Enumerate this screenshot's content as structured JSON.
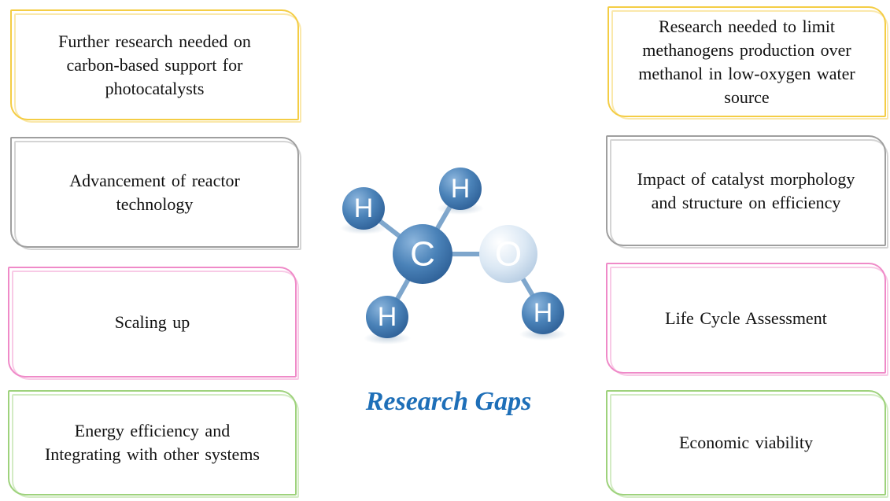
{
  "left_boxes": [
    {
      "text": "Further research needed on\ncarbon-based support for\nphotocatalysts",
      "color": "#f4cd45"
    },
    {
      "text": "Advancement of reactor\ntechnology",
      "color": "#9f9f9f"
    },
    {
      "text": "Scaling up",
      "color": "#ef8ac8"
    },
    {
      "text": "Energy efficiency and\nIntegrating with other systems",
      "color": "#9ed27c"
    }
  ],
  "right_boxes": [
    {
      "text": "Research needed to limit\nmethanogens production over\nmethanol in low-oxygen water\nsource",
      "color": "#f4cd45"
    },
    {
      "text": "Impact of catalyst morphology\nand structure on efficiency",
      "color": "#9f9f9f"
    },
    {
      "text": "Life Cycle Assessment",
      "color": "#ef8ac8"
    },
    {
      "text": "Economic viability",
      "color": "#9ed27c"
    }
  ],
  "molecule": {
    "atoms": {
      "carbon": "C",
      "oxygen": "O",
      "h_top_left": "H",
      "h_top": "H",
      "h_bottom_left": "H",
      "h_bottom_right": "H"
    }
  },
  "center_title": "Research Gaps",
  "colors": {
    "title": "#1e6fb8",
    "atom_blue": "#4a82b8",
    "atom_light": "#dbe8f4"
  }
}
